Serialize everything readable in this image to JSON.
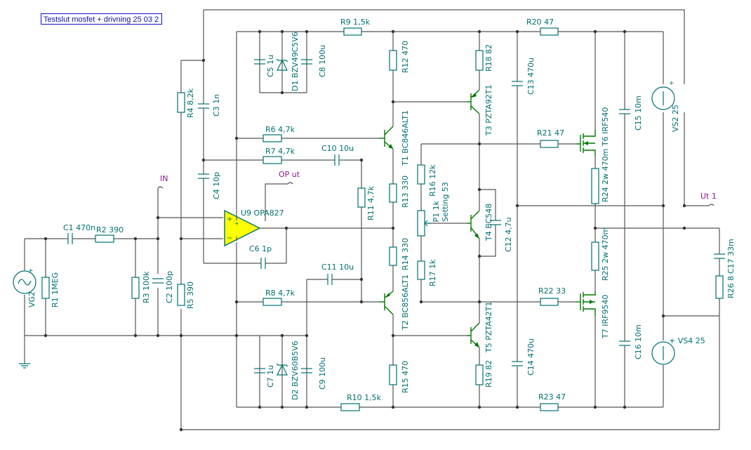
{
  "title": "Testslut mosfet + drivning 25 03 2",
  "nets": {
    "in": "IN",
    "op_out": "OP ut",
    "out": "Ut 1"
  },
  "components": {
    "r1": "R1 1MEG",
    "r2": "R2 390",
    "r3": "R3 100k",
    "r4": "R4 8,2k",
    "r5": "R5 390",
    "r6": "R6 4,7k",
    "r7": "R7 4,7k",
    "r8": "R8 4,7k",
    "r9": "R9 1,5k",
    "r10": "R10 1,5k",
    "r11": "R11 4,7k",
    "r12": "R12 470",
    "r13": "R13 330",
    "r14": "R14 330",
    "r15": "R15 470",
    "r16": "R16 12k",
    "r17": "R17 1k",
    "r18": "R18 82",
    "r19": "R19 82",
    "r20": "R20 47",
    "r21": "R21 47",
    "r22": "R22 33",
    "r23": "R23 47",
    "r24": "R24 2w 470m",
    "r25": "R25 2w 470m",
    "r26": "R26 8",
    "c1": "C1 470n",
    "c2": "C2 100p",
    "c3": "C3 1n",
    "c4": "C4 10p",
    "c5": "C5 1u",
    "c6": "C6 1p",
    "c7": "C7 1u",
    "c8": "C8 100u",
    "c9": "C9 100u",
    "c10": "C10 10u",
    "c11": "C11 10u",
    "c12": "C12 4,7u",
    "c13": "C13 470u",
    "c14": "C14 470u",
    "c15": "C15 10m",
    "c16": "C16 10m",
    "c17": "C17 33m",
    "d1": "D1 BZV49C5V6",
    "d2": "D2 BZV60B5V6",
    "t1": "T1 BC846ALT1",
    "t2": "T2 BC856ALT1",
    "t3": "T3 PZTA92T1",
    "t4": "T4 BC548",
    "t5": "T5 PZTA42T1",
    "t6": "T6 IRF540",
    "t7": "T7 IRF9540",
    "u9": "U9 OPA827",
    "p1": "P1  1k",
    "p1_setting": "Setting 53",
    "vg2": "VG2",
    "vs2": "VS2 25",
    "vs4": "+ VS4 25"
  },
  "colors": {
    "wire": "#555555",
    "component": "#007070",
    "net_label": "#8b1a89",
    "opamp_fill": "#ffff00",
    "transistor": "#007700"
  }
}
